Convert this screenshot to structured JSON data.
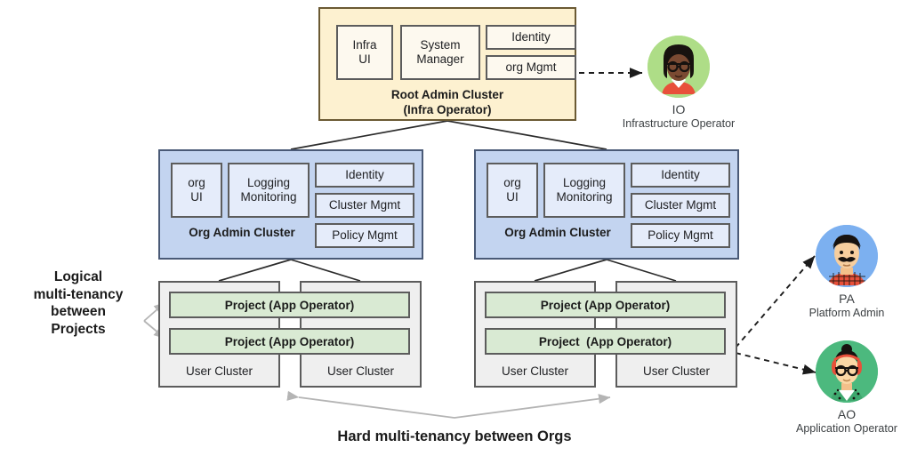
{
  "diagram": {
    "root_cluster": {
      "title_line1": "Root Admin Cluster",
      "title_line2": "(Infra Operator)",
      "fill": "#fdf1d0",
      "components": [
        {
          "name": "infra-ui",
          "label_line1": "Infra",
          "label_line2": "UI"
        },
        {
          "name": "system-manager",
          "label_line1": "System",
          "label_line2": "Manager"
        },
        {
          "name": "identity",
          "label": "Identity"
        },
        {
          "name": "org-mgmt",
          "label": "org Mgmt"
        }
      ]
    },
    "org_clusters": [
      {
        "id": "org-admin-cluster-left",
        "title": "Org Admin Cluster",
        "fill": "#c3d4f0",
        "components": [
          {
            "name": "org-ui",
            "label_line1": "org",
            "label_line2": "UI"
          },
          {
            "name": "logging-monitoring",
            "label_line1": "Logging",
            "label_line2": "Monitoring"
          },
          {
            "name": "identity",
            "label": "Identity"
          },
          {
            "name": "cluster-mgmt",
            "label": "Cluster Mgmt"
          },
          {
            "name": "policy-mgmt",
            "label": "Policy Mgmt"
          }
        ],
        "projects": [
          {
            "label": "Project (App Operator)"
          },
          {
            "label": "Project (App Operator)"
          }
        ],
        "user_clusters": [
          {
            "label": "User Cluster"
          },
          {
            "label": "User Cluster"
          }
        ]
      },
      {
        "id": "org-admin-cluster-right",
        "title": "Org Admin Cluster",
        "fill": "#c3d4f0",
        "components": [
          {
            "name": "org-ui",
            "label_line1": "org",
            "label_line2": "UI"
          },
          {
            "name": "logging-monitoring",
            "label_line1": "Logging",
            "label_line2": "Monitoring"
          },
          {
            "name": "identity",
            "label": "Identity"
          },
          {
            "name": "cluster-mgmt",
            "label": "Cluster Mgmt"
          },
          {
            "name": "policy-mgmt",
            "label": "Policy Mgmt"
          }
        ],
        "projects": [
          {
            "label": "Project (App Operator)"
          },
          {
            "label": "Project  (App Operator)"
          }
        ],
        "user_clusters": [
          {
            "label": "User Cluster"
          },
          {
            "label": "User Cluster"
          }
        ]
      }
    ],
    "personas": [
      {
        "id": "infrastructure-operator",
        "abbr": "IO",
        "role": "Infrastructure Operator",
        "circle_color": "#aedd87"
      },
      {
        "id": "platform-admin",
        "abbr": "PA",
        "role": "Platform Admin",
        "circle_color": "#7cb0f0"
      },
      {
        "id": "application-operator",
        "abbr": "AO",
        "role": "Application Operator",
        "circle_color": "#4cb97e"
      }
    ],
    "captions": {
      "left": "Logical multi-tenancy between Projects",
      "left_lines": [
        "Logical",
        "multi-tenancy",
        "between",
        "Projects"
      ],
      "bottom": "Hard multi-tenancy between Orgs"
    },
    "colors": {
      "root_fill": "#fdf1d0",
      "root_stroke": "#6b5a33",
      "org_fill": "#c3d4f0",
      "org_stroke": "#4a5a77",
      "sub_blue_fill": "#e5ecfa",
      "user_cluster_fill": "#efefef",
      "project_fill": "#d9ead3",
      "box_stroke": "#5c5c5c",
      "connector": "#2b2b2b",
      "grey_arrow": "#b4b4b4",
      "background": "#ffffff"
    }
  }
}
